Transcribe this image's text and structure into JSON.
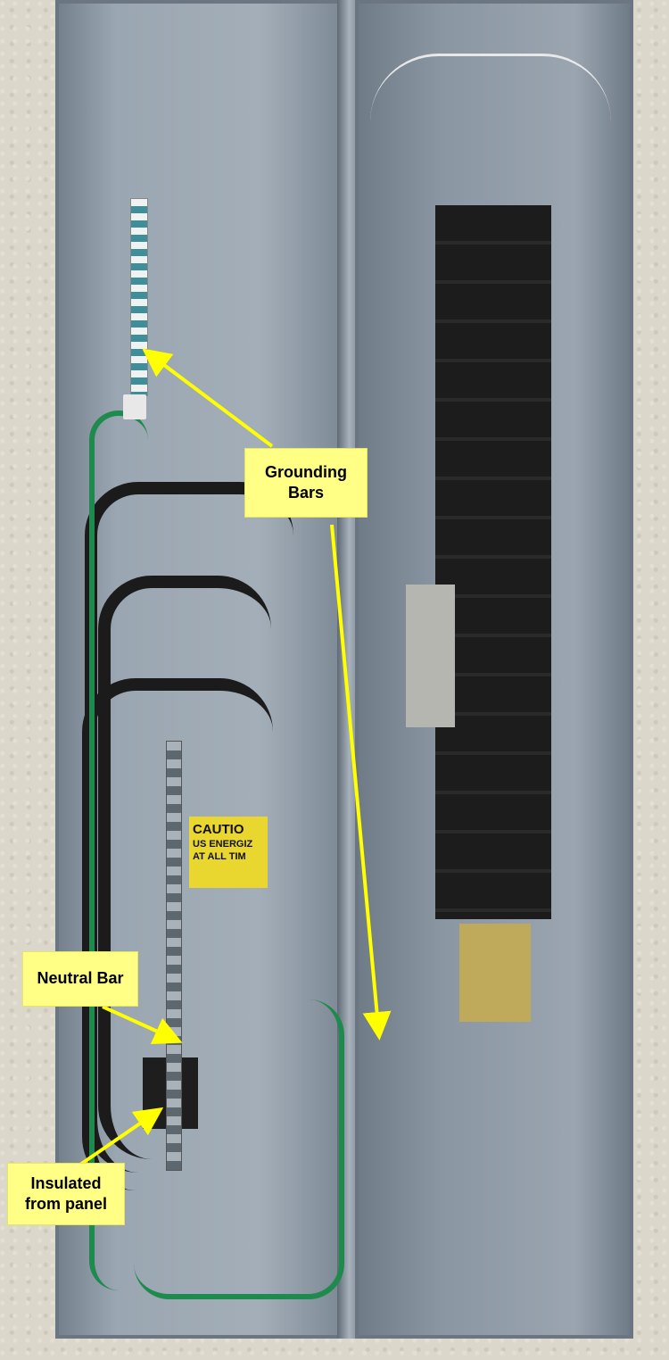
{
  "image": {
    "subject": "Open residential electrical service panel with annotations",
    "colors": {
      "label_background": "#ffff85",
      "arrow": "#ffff00",
      "panel_metal": "#9aa6b1",
      "ground_wire": "#1f8a4d",
      "caution_sticker": "#e9d62f"
    }
  },
  "annotations": [
    {
      "id": "grounding-bars",
      "text_line1": "Grounding",
      "text_line2": "Bars"
    },
    {
      "id": "neutral-bar",
      "text_line1": "Neutral Bar"
    },
    {
      "id": "insulated",
      "text_line1": "Insulated",
      "text_line2": "from panel"
    }
  ],
  "caution_sticker": {
    "line1": "CAUTIO",
    "line2": "US ENERGIZ",
    "line3": "AT ALL TIM"
  }
}
